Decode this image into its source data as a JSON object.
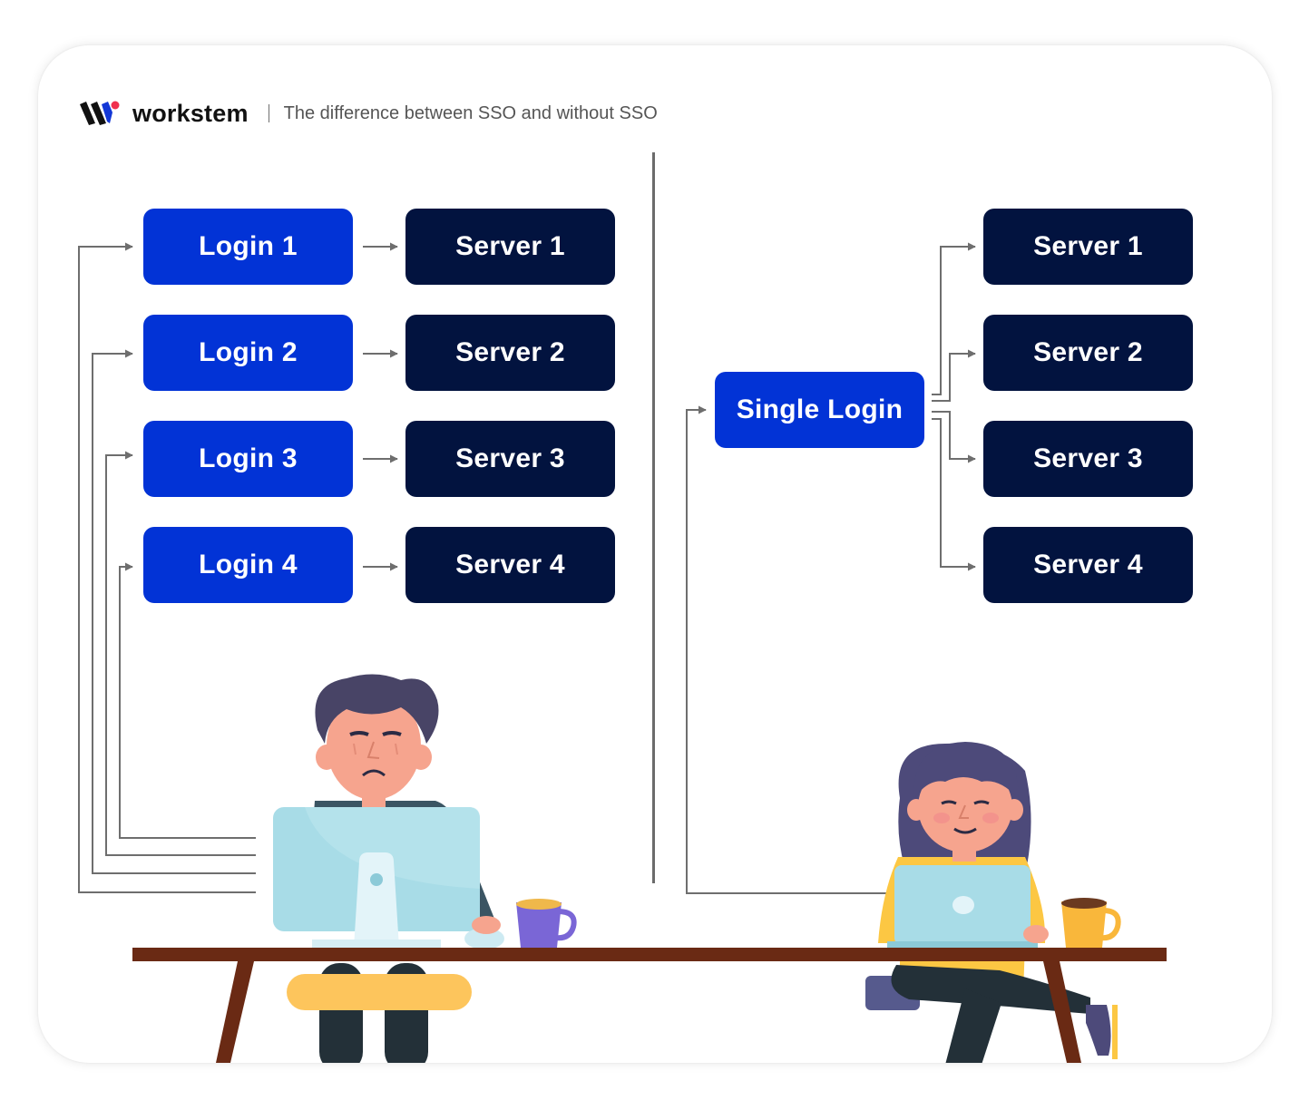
{
  "header": {
    "brand": "workstem",
    "subtitle": "The difference between SSO and without SSO"
  },
  "colors": {
    "login_blue": "#0233d6",
    "server_navy": "#02133f",
    "connector_gray": "#6e6e6e",
    "logo_red": "#f0304f"
  },
  "left": {
    "logins": [
      "Login 1",
      "Login 2",
      "Login 3",
      "Login 4"
    ],
    "servers": [
      "Server 1",
      "Server 2",
      "Server 3",
      "Server 4"
    ]
  },
  "right": {
    "single_login": "Single Login",
    "servers": [
      "Server 1",
      "Server 2",
      "Server 3",
      "Server 4"
    ]
  },
  "illustrations": [
    "worried-man-at-desktop-icon",
    "smiling-woman-at-laptop-icon",
    "purple-mug-icon",
    "orange-mug-icon",
    "desk-icon"
  ]
}
